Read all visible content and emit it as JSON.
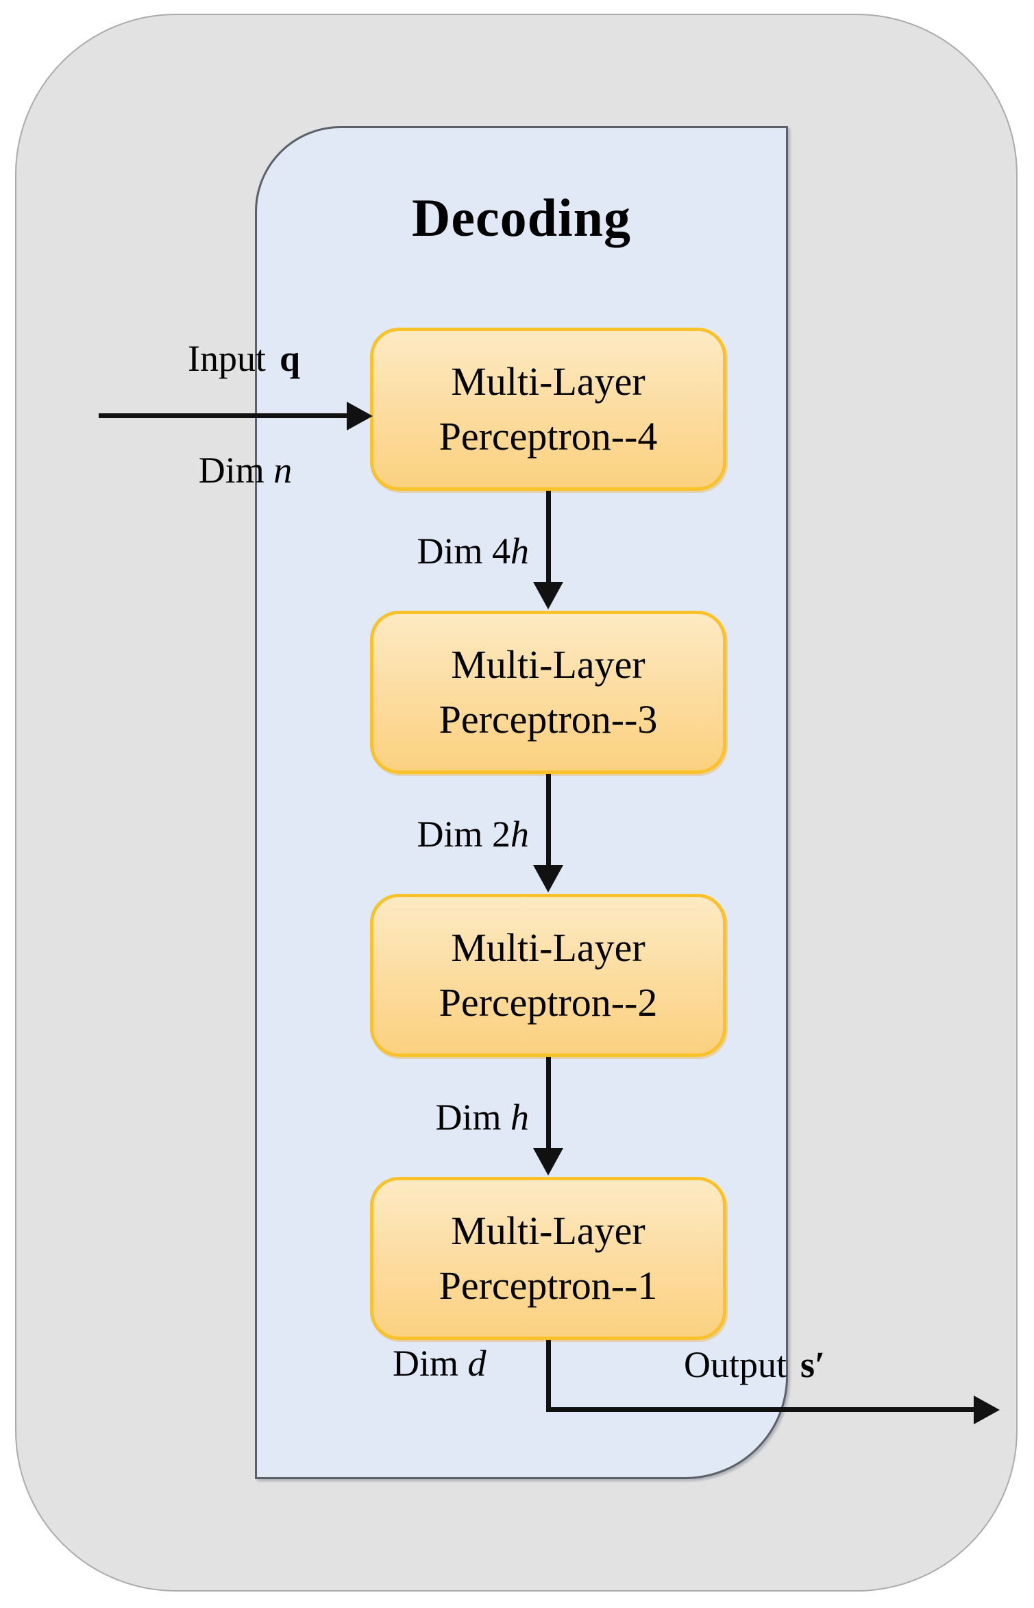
{
  "figure": {
    "title": "Decoding",
    "blocks": [
      {
        "line1": "Multi-Layer",
        "line2": "Perceptron--4"
      },
      {
        "line1": "Multi-Layer",
        "line2": "Perceptron--3"
      },
      {
        "line1": "Multi-Layer",
        "line2": "Perceptron--2"
      },
      {
        "line1": "Multi-Layer",
        "line2": "Perceptron--1"
      }
    ],
    "input": {
      "label": "Input",
      "symbol": "q",
      "dim": {
        "prefix": "Dim",
        "symbol": "n"
      }
    },
    "edge_dims": [
      {
        "prefix": "Dim 4",
        "symbol": "h"
      },
      {
        "prefix": "Dim 2",
        "symbol": "h"
      },
      {
        "prefix": "Dim",
        "symbol": "h"
      }
    ],
    "output": {
      "label": "Output",
      "symbol": "s′",
      "dim": {
        "prefix": "Dim",
        "symbol": "d"
      }
    },
    "colors": {
      "outer_bg": "#e2e2e3",
      "outer_border": "#ababab",
      "panel_bg": "#e0e9f5",
      "panel_border": "#5b6069",
      "block_border": "#f9c22b",
      "block_fill_top": "#fdeac3",
      "block_fill_bottom": "#fbd180",
      "arrow": "#111111",
      "text": "#000000"
    }
  }
}
